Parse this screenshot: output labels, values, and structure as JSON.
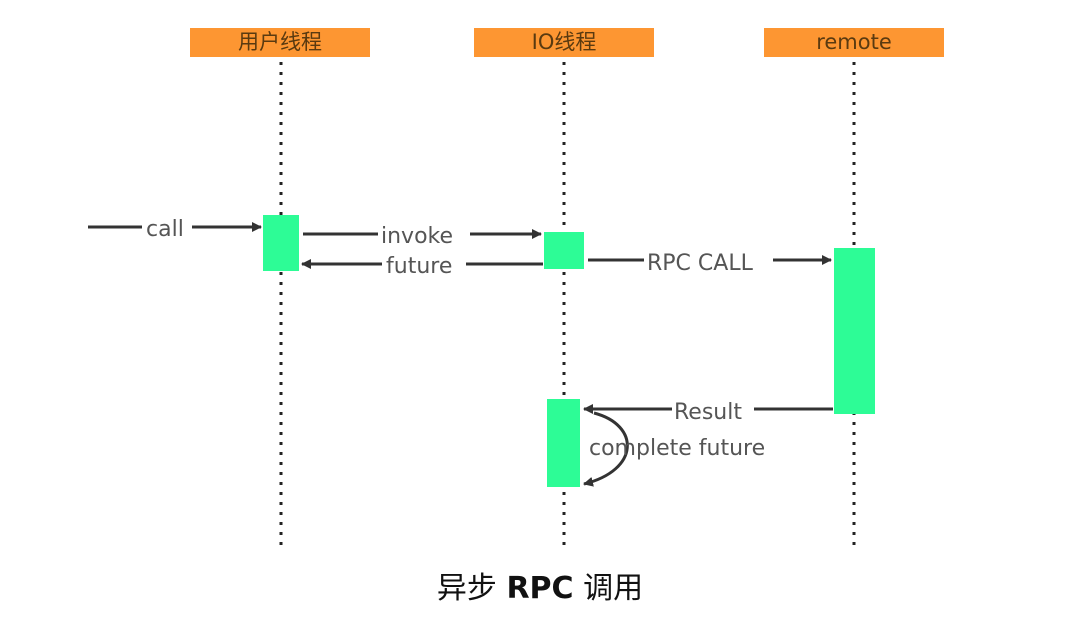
{
  "diagram": {
    "type": "sequence",
    "participants": [
      {
        "id": "user",
        "label": "用户线程"
      },
      {
        "id": "io",
        "label": "IO线程"
      },
      {
        "id": "remote",
        "label": "remote"
      }
    ],
    "messages": [
      {
        "from": "external",
        "to": "user",
        "label": "call"
      },
      {
        "from": "user",
        "to": "io",
        "label": "invoke"
      },
      {
        "from": "io",
        "to": "user",
        "label": "future"
      },
      {
        "from": "io",
        "to": "remote",
        "label": "RPC CALL"
      },
      {
        "from": "remote",
        "to": "io",
        "label": "Result"
      },
      {
        "from": "io",
        "to": "io",
        "label": "complete future"
      }
    ],
    "colors": {
      "header": "#fd9632",
      "activation": "#2dfc96",
      "arrow": "#333333"
    }
  },
  "caption": {
    "prefix": "异步 ",
    "bold": "RPC",
    "suffix": " 调用"
  }
}
